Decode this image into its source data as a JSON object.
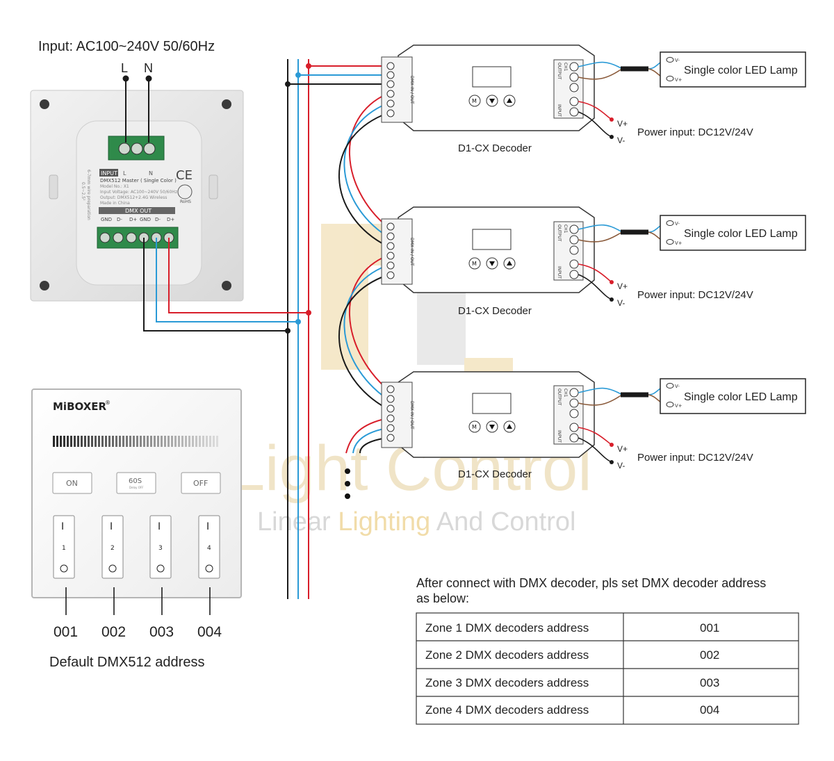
{
  "input_label": "Input: AC100~240V 50/60Hz",
  "terminal_L": "L",
  "terminal_N": "N",
  "master_back": {
    "input_tag": "INPUT",
    "input_L": "L",
    "input_N": "N",
    "ce_mark": "CE",
    "model_title": "DMX512 Master ( Single Color )",
    "model_no": "Model No.: X1",
    "input_voltage": "Input Voltage: AC100~240V 50/60Hz",
    "output": "Output: DMX512+2.4G Wireless",
    "made_in": "Made in China",
    "side_note": "6-7mm wire preparation",
    "side_note2": "0.5~2.5²",
    "rohs": "RoHS",
    "dmx_out_header": "DMX OUT",
    "dmx_out_pins": [
      "GND",
      "D-",
      "D+",
      "GND",
      "D-",
      "D+"
    ]
  },
  "panel": {
    "brand": "MiBOXER",
    "brand_reg": "®",
    "btn_on": "ON",
    "btn_60s": "60S",
    "btn_60s_sub": "Delay OFF",
    "btn_off": "OFF",
    "zones": [
      {
        "mark": "I",
        "num": "1"
      },
      {
        "mark": "I",
        "num": "2"
      },
      {
        "mark": "I",
        "num": "3"
      },
      {
        "mark": "I",
        "num": "4"
      }
    ]
  },
  "addresses": [
    "001",
    "002",
    "003",
    "004"
  ],
  "default_address_caption": "Default DMX512 address",
  "decoders": [
    {
      "label": "D1-CX Decoder",
      "power": "Power input: DC12V/24V",
      "vplus": "V+",
      "vminus": "V-",
      "lamp": "Single color LED Lamp",
      "lamp_vminus": "V-",
      "lamp_vplus": "V+"
    },
    {
      "label": "D1-CX Decoder",
      "power": "Power input: DC12V/24V",
      "vplus": "V+",
      "vminus": "V-",
      "lamp": "Single color LED Lamp",
      "lamp_vminus": "V-",
      "lamp_vplus": "V+"
    },
    {
      "label": "D1-CX Decoder",
      "power": "Power input: DC12V/24V",
      "vplus": "V+",
      "vminus": "V-",
      "lamp": "Single color LED Lamp",
      "lamp_vminus": "V-",
      "lamp_vplus": "V+"
    }
  ],
  "decoder_labels": {
    "dmx_in_out": "DMX IN / OUT",
    "output": "OUTPUT",
    "input": "INPUT",
    "ch1": "CH1",
    "btn_m": "M"
  },
  "watermark": {
    "line1": "Light Control",
    "line2a": "Linear ",
    "line2b": "Lighting",
    "line2c": " And Control"
  },
  "instruction": {
    "line1": "After connect with DMX decoder, pls set DMX decoder address",
    "line2": "as below:"
  },
  "address_table": {
    "rows": [
      {
        "zone": "Zone 1 DMX decoders address",
        "address": "001"
      },
      {
        "zone": "Zone 2 DMX decoders address",
        "address": "002"
      },
      {
        "zone": "Zone 3 DMX decoders address",
        "address": "003"
      },
      {
        "zone": "Zone 4 DMX decoders address",
        "address": "004"
      }
    ]
  },
  "colors": {
    "red_wire": "#d81e2a",
    "blue_wire": "#2a9ad6",
    "black_wire": "#1a1a1a",
    "terminal_green": "#2f8a4a",
    "watermark_gold": "#f2d9a3",
    "watermark_grey": "#d9d9d9"
  }
}
